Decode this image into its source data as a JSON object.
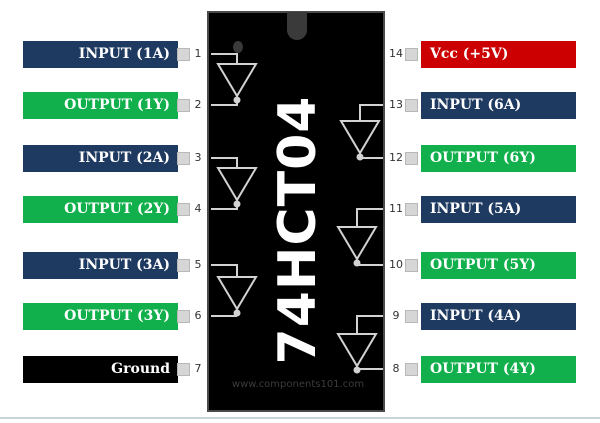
{
  "chip": {
    "name": "74HCT04",
    "watermark": "www.components101.com"
  },
  "colors": {
    "input": "#1f3a60",
    "output": "#12b04c",
    "vcc": "#cc0000",
    "ground": "#000000",
    "chip": "#000000",
    "pin": "#d6d6d6"
  },
  "pins": [
    {
      "num": "1",
      "label": "INPUT (1A)",
      "kind": "input"
    },
    {
      "num": "2",
      "label": "OUTPUT (1Y)",
      "kind": "output"
    },
    {
      "num": "3",
      "label": "INPUT (2A)",
      "kind": "input"
    },
    {
      "num": "4",
      "label": "OUTPUT (2Y)",
      "kind": "output"
    },
    {
      "num": "5",
      "label": "INPUT (3A)",
      "kind": "input"
    },
    {
      "num": "6",
      "label": "OUTPUT (3Y)",
      "kind": "output"
    },
    {
      "num": "7",
      "label": "Ground",
      "kind": "ground"
    },
    {
      "num": "8",
      "label": "OUTPUT (4Y)",
      "kind": "output"
    },
    {
      "num": "9",
      "label": "INPUT (4A)",
      "kind": "input"
    },
    {
      "num": "10",
      "label": "OUTPUT (5Y)",
      "kind": "output"
    },
    {
      "num": "11",
      "label": "INPUT (5A)",
      "kind": "input"
    },
    {
      "num": "12",
      "label": "OUTPUT (6Y)",
      "kind": "output"
    },
    {
      "num": "13",
      "label": "INPUT (6A)",
      "kind": "input"
    },
    {
      "num": "14",
      "label": "Vcc (+5V)",
      "kind": "vcc"
    }
  ]
}
